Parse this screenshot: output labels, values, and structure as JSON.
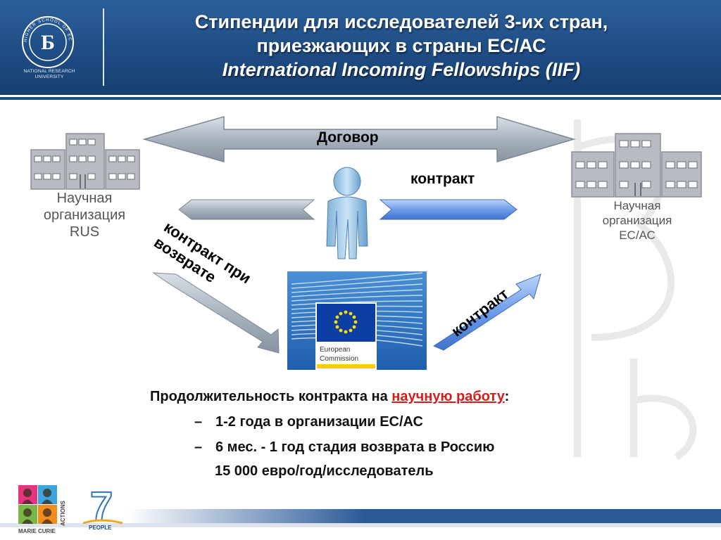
{
  "header": {
    "title_line1": "Стипендии для исследователей 3-их стран,",
    "title_line2": "приезжающих в страны ЕС/АС",
    "title_line3": "International Incoming Fellowships (IIF)",
    "logo_caption_line1": "NATIONAL RESEARCH",
    "logo_caption_line2": "UNIVERSITY",
    "logo_ring_text": "HIGHER SCHOOL OF ECONOMICS"
  },
  "diagram": {
    "top_arrow_label": "Договор",
    "person_arrow_label": "контракт",
    "left_diag_label_line1": "контракт при",
    "left_diag_label_line2": "возврате",
    "right_diag_label": "контракт",
    "org_left_line1": "Научная",
    "org_left_line2": "организация",
    "org_left_line3": "RUS",
    "org_right_line1": "Научная",
    "org_right_line2": "организация",
    "org_right_line3": "ЕС/АС",
    "ec_line1": "European",
    "ec_line2": "Commission"
  },
  "content": {
    "duration_prefix": "Продолжительность контракта на ",
    "duration_highlight": "научную работу",
    "duration_suffix": ":",
    "dash": "–",
    "bullet1": "1-2 года в организации ЕС/АС",
    "bullet2": "6 мес. - 1 год стадия возврата в Россию",
    "amount": "15 000 евро/год/исследователь"
  },
  "footer": {
    "marie_curie_line1": "MARIE CURIE",
    "marie_curie_vertical": "ACTIONS",
    "fp7_number": "7",
    "fp7_people": "PEOPLE"
  },
  "colors": {
    "header_blue": "#1d4b82",
    "accent_red": "#d51d1d",
    "arrow_gray": "#9aa6b4",
    "arrow_blue": "#5b8fe0"
  }
}
